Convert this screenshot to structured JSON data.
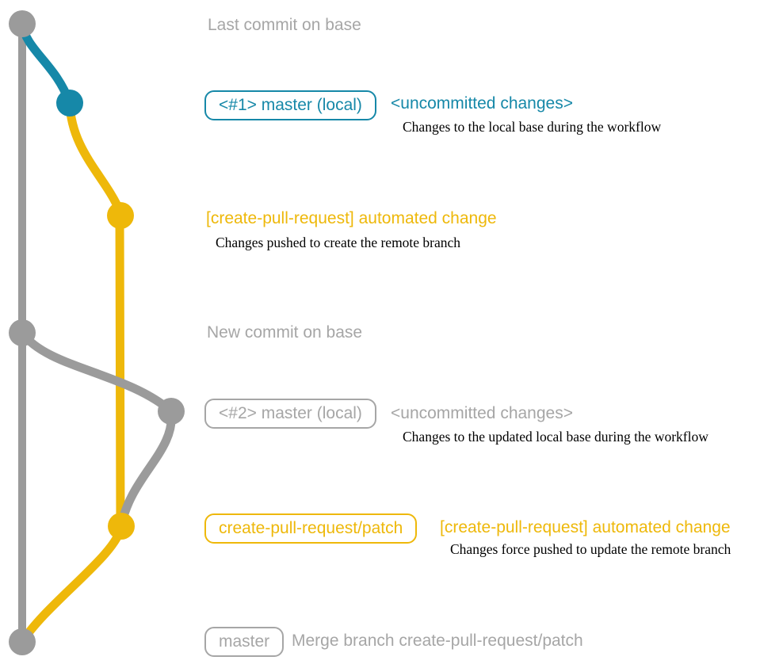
{
  "colors": {
    "teal": "#1688a8",
    "yellow": "#eeb80a",
    "graph_gray": "#9b9b9b",
    "label_gray": "#a6a6a6",
    "description_black": "#000000"
  },
  "graph": {
    "branches": [
      {
        "name": "base",
        "color_key": "graph_gray"
      },
      {
        "name": "master (local)",
        "color_key": "teal"
      },
      {
        "name": "create-pull-request/patch",
        "color_key": "yellow"
      }
    ],
    "commits": [
      {
        "id": "last-commit-on-base",
        "branch": "base",
        "color_key": "graph_gray"
      },
      {
        "id": "local-master-1-uncommitted",
        "branch": "master (local)",
        "color_key": "teal"
      },
      {
        "id": "automated-change-1",
        "branch": "create-pull-request/patch",
        "color_key": "yellow"
      },
      {
        "id": "new-commit-on-base",
        "branch": "base",
        "color_key": "graph_gray"
      },
      {
        "id": "local-master-2-uncommitted",
        "branch": "master (local)",
        "color_key": "graph_gray"
      },
      {
        "id": "automated-change-2",
        "branch": "create-pull-request/patch",
        "color_key": "yellow"
      },
      {
        "id": "merge-commit",
        "branch": "base",
        "color_key": "graph_gray"
      }
    ]
  },
  "annotations": {
    "last_commit_on_base": {
      "label": "Last commit on base"
    },
    "uncommitted_1": {
      "branch_badge": "<#1> master (local)",
      "status": "<uncommitted changes>",
      "description": "Changes to the local base during the workflow"
    },
    "automated_change_1": {
      "label": "[create-pull-request] automated change",
      "description": "Changes pushed to create the remote branch"
    },
    "new_commit_on_base": {
      "label": "New commit on base"
    },
    "uncommitted_2": {
      "branch_badge": "<#2> master (local)",
      "status": "<uncommitted changes>",
      "description": "Changes to the updated local base during the workflow"
    },
    "automated_change_2": {
      "branch_badge": "create-pull-request/patch",
      "label": "[create-pull-request] automated change",
      "description": "Changes force pushed to update the remote branch"
    },
    "merge_commit": {
      "branch_badge": "master",
      "label": "Merge branch create-pull-request/patch"
    }
  }
}
